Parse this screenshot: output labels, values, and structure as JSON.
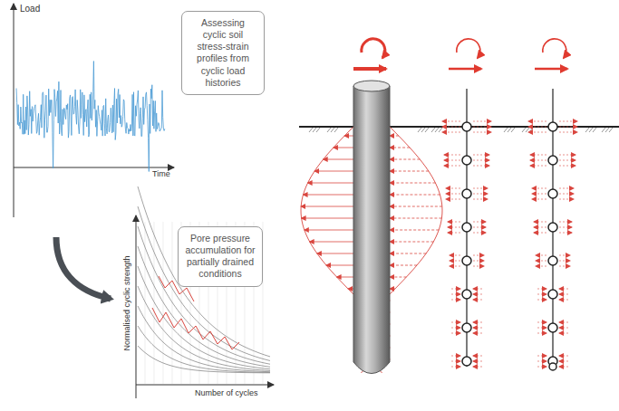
{
  "diagram": {
    "nodes": [
      {
        "text": [
          "Assessing cyclic soil stress-strain profiles from cyclic load histories"
        ]
      },
      {
        "text": [
          "Pore pressure accumulation for partially drained conditions"
        ]
      }
    ],
    "labels": [
      "Load",
      "Time",
      "Normalised cyclic strength",
      "Number of cycles"
    ]
  }
}
